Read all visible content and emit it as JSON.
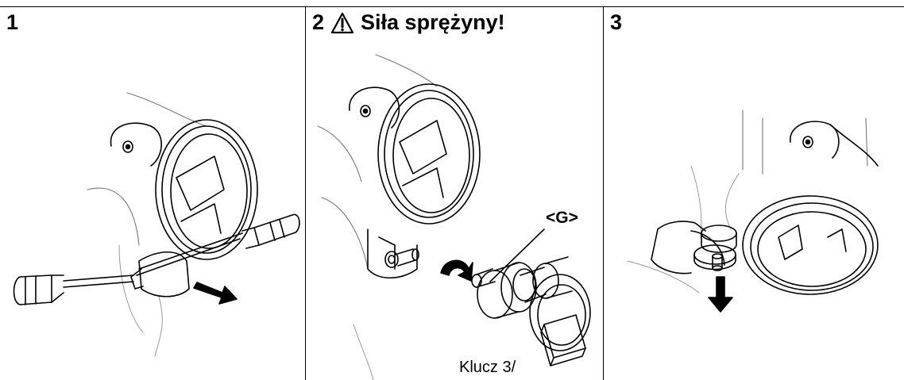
{
  "panels": [
    {
      "number": "1"
    },
    {
      "number": "2",
      "warning_icon": "warning-triangle-icon",
      "warning_text": "Siła sprężyny!",
      "callout": "<G>",
      "caption": "Klucz 3/"
    },
    {
      "number": "3"
    }
  ],
  "colors": {
    "ink": "#000000",
    "paper": "#ffffff",
    "light_stroke": "#9a9a9a"
  }
}
